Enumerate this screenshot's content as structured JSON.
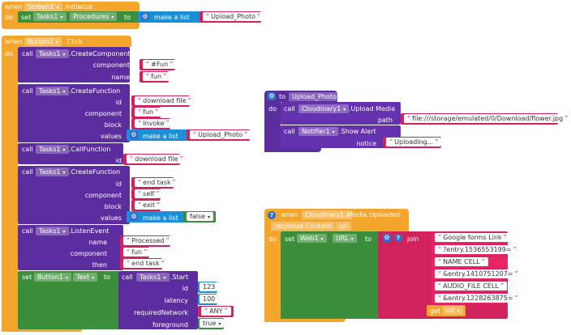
{
  "colors": {
    "event": "#f4a52c",
    "component": "#5b2d9e",
    "setter": "#3c8f3a",
    "text": "#d2225c",
    "list": "#1d8fd6"
  },
  "init_block": {
    "when": "when",
    "component": "Screen1",
    "event": ".Initialize",
    "do": "do",
    "set": "set",
    "target": "Tasks1",
    "property": "Procedures",
    "to": "to",
    "make_list": "make a list",
    "item": "Upload_Photo"
  },
  "click_block": {
    "when": "when",
    "component": "Button1",
    "event": ".Click",
    "do": "do",
    "create_component": {
      "call": "call",
      "component": "Tasks1",
      "method": ".CreateComponent",
      "arg1_label": "component",
      "arg1_value": "#Fun",
      "arg2_label": "name",
      "arg2_value": "fun"
    },
    "create_function": {
      "call": "call",
      "component": "Tasks1",
      "method": ".CreateFunction",
      "id_label": "id",
      "id_value": "download file",
      "component_label": "component",
      "component_value": "fun",
      "block_label": "block",
      "block_value": "Invoke",
      "values_label": "values",
      "make_list": "make a list",
      "values_item": "Upload_Photo"
    },
    "call_function": {
      "call": "call",
      "component": "Tasks1",
      "method": ".CallFunction",
      "id_label": "id",
      "id_value": "download file"
    },
    "create_function_2": {
      "call": "call",
      "component": "Tasks1",
      "method": ".CreateFunction",
      "id_label": "id",
      "id_value": "end task",
      "component_label": "component",
      "component_value": "self",
      "block_label": "block",
      "block_value": "exit",
      "values_label": "values",
      "make_list": "make a list",
      "values_item": "false"
    },
    "listen_event": {
      "call": "call",
      "component": "Tasks1",
      "method": ".ListenEvent",
      "name_label": "name",
      "name_value": "Processed",
      "component_label": "component",
      "component_value": "fun",
      "then_label": "then",
      "then_value": "end task"
    },
    "set_text": {
      "set": "set",
      "target": "Button1",
      "property": "Text",
      "to": "to",
      "call": "call",
      "component": "Tasks1",
      "method": ".Start",
      "id_label": "id",
      "id_value": "123",
      "latency_label": "latency",
      "latency_value": "100",
      "network_label": "requiredNetwork",
      "network_value": "ANY",
      "foreground_label": "foreground",
      "foreground_value": "true"
    }
  },
  "procedure_block": {
    "to": "to",
    "name": "Upload_Photo",
    "do": "do",
    "upload": {
      "call": "call",
      "component": "Cloudinary1",
      "method": ".Upload Media",
      "path_label": "path",
      "path_value": "file:///storage/emulated/0/Download/flower.jpg"
    },
    "alert": {
      "call": "call",
      "component": "Notifier1",
      "method": ".Show Alert",
      "notice_label": "notice",
      "notice_value": "Uploading..."
    }
  },
  "media_block": {
    "when": "when",
    "component": "Cloudinary1",
    "event": ".Media Uploaded",
    "param1": "response Content",
    "param2": "url",
    "do": "do",
    "set": "set",
    "target": "Web1",
    "property": "URL",
    "to": "to",
    "join": "join",
    "items": [
      "Google forms Link",
      "?entry.1536553199=",
      "NAME CELL",
      "&entry.1410751207=",
      "AUDIO_FILE CELL",
      "&entry.1228263875="
    ],
    "get": "get",
    "get_var": "url"
  }
}
